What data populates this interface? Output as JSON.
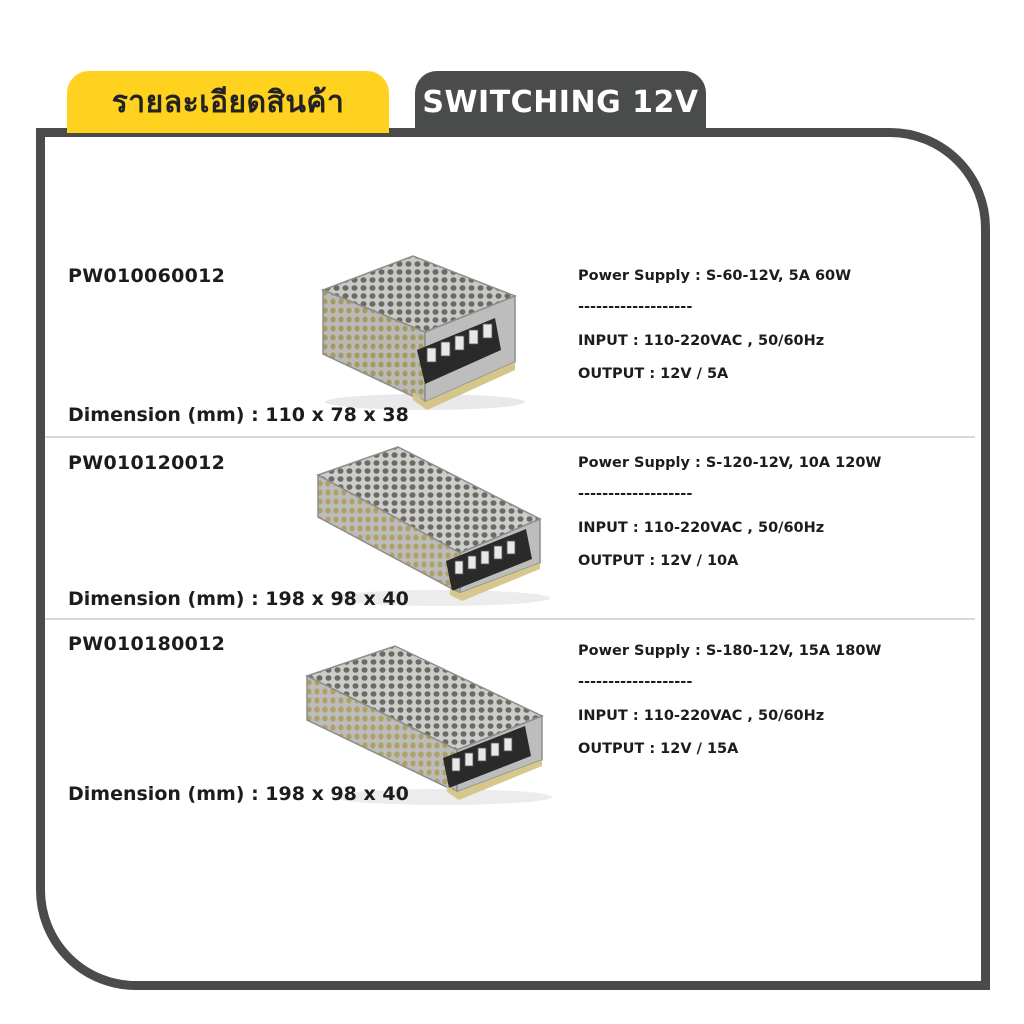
{
  "header": {
    "tab_details": "รายละเอียดสินค้า",
    "tab_category": "SWITCHING 12V"
  },
  "colors": {
    "accent_yellow": "#ffd21f",
    "frame_dark": "#4a4c4b"
  },
  "products": [
    {
      "sku": "PW010060012",
      "dimension": "Dimension (mm) : 110 x 78 x 38",
      "power_supply": "Power Supply : S-60-12V, 5A 60W",
      "separator": "-------------------",
      "input": "INPUT : 110-220VAC , 50/60Hz",
      "output": "OUTPUT : 12V / 5A",
      "image_icon": "power-supply-small-icon"
    },
    {
      "sku": "PW010120012",
      "dimension": "Dimension (mm) : 198 x 98 x 40",
      "power_supply": "Power Supply : S-120-12V, 10A 120W",
      "separator": "-------------------",
      "input": "INPUT : 110-220VAC , 50/60Hz",
      "output": "OUTPUT : 12V / 10A",
      "image_icon": "power-supply-large-icon"
    },
    {
      "sku": "PW010180012",
      "dimension": "Dimension (mm) : 198 x 98 x 40",
      "power_supply": "Power Supply : S-180-12V, 15A 180W",
      "separator": "-------------------",
      "input": "INPUT : 110-220VAC , 50/60Hz",
      "output": "OUTPUT : 12V / 15A",
      "image_icon": "power-supply-large-icon"
    }
  ]
}
